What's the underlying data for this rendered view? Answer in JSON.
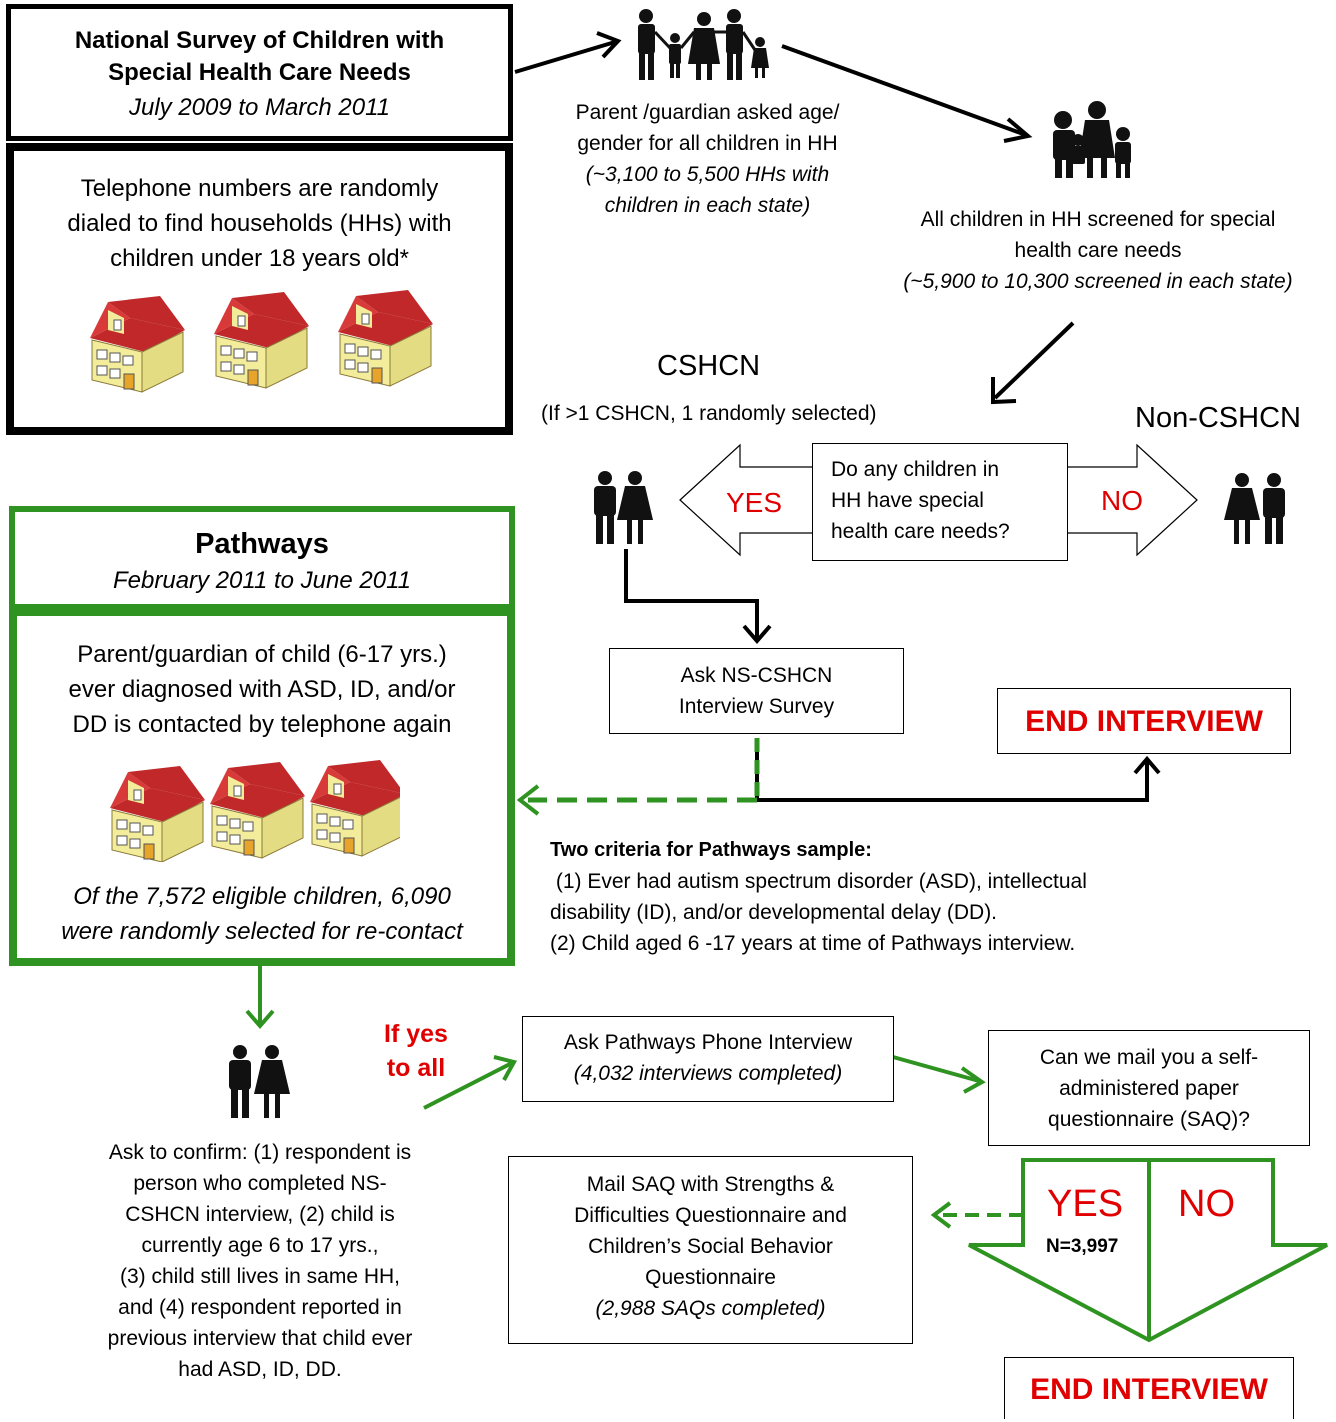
{
  "nscshcn": {
    "title_line1": "National Survey of Children with",
    "title_line2": "Special Health Care Needs",
    "dates": "July 2009 to March 2011",
    "desc_line1": "Telephone numbers are randomly",
    "desc_line2": "dialed to find households (HHs) with",
    "desc_line3": "children under 18 years old*"
  },
  "step_age_gender": {
    "line1": "Parent /guardian asked age/",
    "line2": "gender for all children in HH",
    "count_line1": "(~3,100 to 5,500 HHs with",
    "count_line2": "children in each state)"
  },
  "step_screen": {
    "line1": "All children in HH screened for special",
    "line2": "health care needs",
    "count": "(~5,900 to 10,300 screened in each state)"
  },
  "decision": {
    "cshcn_label": "CSHCN",
    "cshcn_note": "(If >1 CSHCN, 1 randomly selected)",
    "non_cshcn_label": "Non-CSHCN",
    "question_line1": "Do any children in",
    "question_line2": "HH have special",
    "question_line3": "health care needs?",
    "yes": "YES",
    "no": "NO"
  },
  "ask_survey": {
    "line1": "Ask NS-CSHCN",
    "line2": "Interview Survey"
  },
  "end_interview_1": "END INTERVIEW",
  "pathways": {
    "title": "Pathways",
    "dates": "February 2011 to June 2011",
    "desc_line1": "Parent/guardian of child (6-17 yrs.)",
    "desc_line2": "ever diagnosed with ASD, ID, and/or",
    "desc_line3": "DD is contacted by telephone again",
    "note_line1": "Of the 7,572 eligible children, 6,090",
    "note_line2": "were randomly selected for re-contact"
  },
  "criteria": {
    "title": "Two criteria for Pathways sample:",
    "line1": " (1) Ever had autism spectrum disorder (ASD), intellectual",
    "line2": "disability (ID), and/or developmental delay (DD).",
    "line3": "(2) Child aged 6 -17 years at time of Pathways interview."
  },
  "confirm": {
    "line1": "Ask to confirm: (1) respondent is",
    "line2": "person who completed NS-",
    "line3": "CSHCN interview, (2) child is",
    "line4": "currently age 6 to 17 yrs.,",
    "line5": "(3) child still lives in same HH,",
    "line6": "and  (4) respondent reported in",
    "line7": "previous interview that child ever",
    "line8": "had ASD, ID, DD."
  },
  "if_yes": {
    "line1": "If yes",
    "line2": "to all"
  },
  "phone_interview": {
    "line1": "Ask Pathways Phone Interview",
    "line2": "(4,032 interviews completed)"
  },
  "mail_question": {
    "line1": "Can we mail you a self-",
    "line2": "administered paper",
    "line3": "questionnaire (SAQ)?"
  },
  "mail_saq": {
    "line1": "Mail SAQ with Strengths &",
    "line2": "Difficulties Questionnaire and",
    "line3": "Children’s Social Behavior",
    "line4": "Questionnaire",
    "line5": "(2,988 SAQs completed)"
  },
  "saq_answer": {
    "yes": "YES",
    "no": "NO",
    "yes_n": "N=3,997"
  },
  "end_interview_2": "END INTERVIEW",
  "colors": {
    "green": "#2e9320",
    "red": "#e00000",
    "house_roof": "#c0282a",
    "house_wall": "#f3ec9a"
  }
}
